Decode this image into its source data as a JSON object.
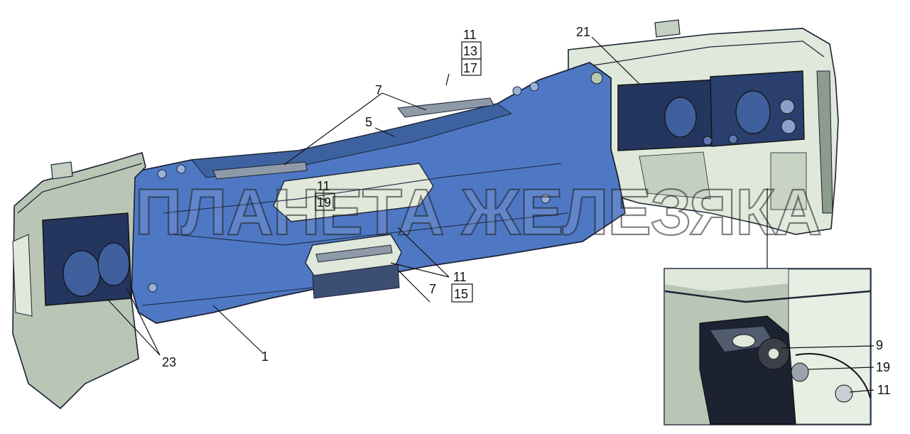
{
  "watermark": "ПЛАНЕТА ЖЕЛЕЗЯКА",
  "callouts": {
    "c1": "1",
    "c5": "5",
    "c7_top": "7",
    "c7_bottom": "7",
    "c21": "21",
    "c23": "23",
    "stack_top": [
      "11",
      "13",
      "17"
    ],
    "stack_mid": [
      "11",
      "19"
    ],
    "stack_bottom": [
      "11",
      "15"
    ],
    "inset_9": "9",
    "inset_19": "19",
    "inset_11": "11"
  },
  "colors": {
    "bumper_blue": "#4f78c4",
    "bumper_dark": "#24365e",
    "panel_light": "#dfe8da",
    "panel_grey": "#b9c6b6",
    "outline": "#1b2233"
  }
}
